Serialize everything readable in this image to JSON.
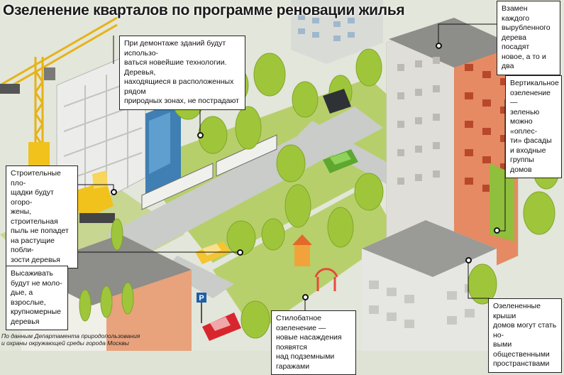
{
  "title": "Озеленение кварталов по программе реновации жилья",
  "callouts": {
    "tech": "При демонтаже зданий будут использо-\nваться новейшие технологии. Деревья,\nнаходящиеся в расположенных рядом\nприродных зонах, не пострадают",
    "replace": "Взамен каждого\nвырубленного\nдерева посадят\nновое, а то и два",
    "vertical": "Вертикальное\nозеленение —\nзеленью\nможно «оплес-\nти» фасады\nи входные\nгруппы домов",
    "construction": "Строительные пло-\nщадки будут огоро-\nжены, строительная\nпыль не попадет\nна растущие побли-\nзости деревья",
    "mature": "Высаживать\nбудут не моло-\nдые, а взрослые,\nкрупномерные\nдеревья",
    "stylobate": "Стилобатное озеленение —\nновые насаждения появятся\nнад подземными гаражами",
    "roofs": "Озелененные крыши\nдомов могут стать но-\nвыми общественными\nпространствами"
  },
  "source": "По данным Департамента природопользования\nи охраны окружающей среды города Москвы",
  "sign": "P",
  "colors": {
    "grass": "#b7cf6a",
    "tree": "#9fc63b",
    "building": "#d7d9d6",
    "brick": "#e58a62",
    "crane": "#f1c21b",
    "car_yellow": "#f4c531",
    "car_red": "#d8262e",
    "car_green": "#5fa830"
  }
}
